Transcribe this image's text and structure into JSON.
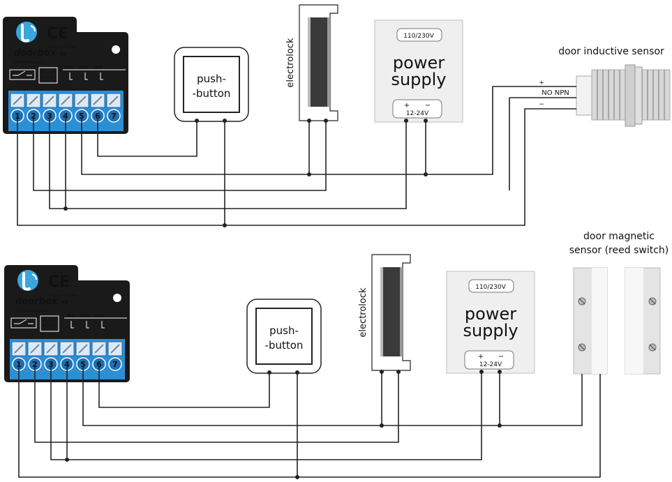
{
  "module": {
    "brand": "doorbox",
    "version": "v2",
    "ce_mark": "CE",
    "made_in": "made in Europe",
    "subtitle": "µWiFi door opener",
    "supply_label_line1": "12-24V",
    "supply_label_line2": "AC/DC",
    "inputs": [
      "IN1",
      "IN2",
      "IN3"
    ],
    "terminals": [
      "1",
      "2",
      "3",
      "4",
      "5",
      "6",
      "7"
    ]
  },
  "push_button": {
    "line1": "push-",
    "line2": "-button"
  },
  "electrolock": {
    "label": "electrolock"
  },
  "power_supply": {
    "input_voltage": "110/230V",
    "word1": "power",
    "word2": "supply",
    "plus": "+",
    "minus": "−",
    "output_voltage": "12-24V"
  },
  "inductive_sensor": {
    "title": "door inductive sensor",
    "wire_plus": "+",
    "wire_signal": "NO NPN",
    "wire_minus": "−"
  },
  "magnetic_sensor": {
    "title_line1": "door magnetic",
    "title_line2": "sensor (reed switch)"
  },
  "colors": {
    "module_body": "#1a1a1a",
    "terminal_block": "#2b8fd6",
    "terminal_number": "#1e6fb2",
    "power_blue": "#3aa6dd",
    "power_gray": "#4a4a4a",
    "wire": "#222222"
  }
}
